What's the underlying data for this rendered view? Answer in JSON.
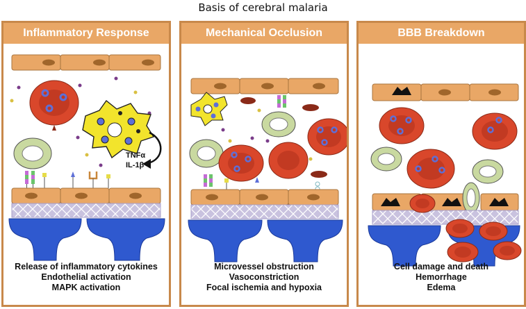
{
  "title": "Basis of cerebral malaria",
  "panels": [
    {
      "header": "Inflammatory Response",
      "caption": [
        "Release of inflammatory cytokines",
        "Endothelial activation",
        "MAPK activation"
      ],
      "cytokines": [
        "TNFα",
        "IL-1β"
      ]
    },
    {
      "header": "Mechanical Occlusion",
      "caption": [
        "Microvessel obstruction",
        "Vasoconstriction",
        "Focal ischemia and hypoxia"
      ]
    },
    {
      "header": "BBB Breakdown",
      "caption": [
        "Cell damage and death",
        "Hemorrhage",
        "Edema"
      ]
    }
  ],
  "colors": {
    "panel_border": "#c8894b",
    "header_fill": "#e9a766",
    "endothelium": "#e9a766",
    "nucleus": "#a0662b",
    "rbc": "#d9472b",
    "leukocyte": "#c9d9a0",
    "macrophage": "#f2e42c",
    "astrocyte": "#2f59cf",
    "basement_membrane": "#c9c2df",
    "parasite": "#5d6fd8"
  }
}
